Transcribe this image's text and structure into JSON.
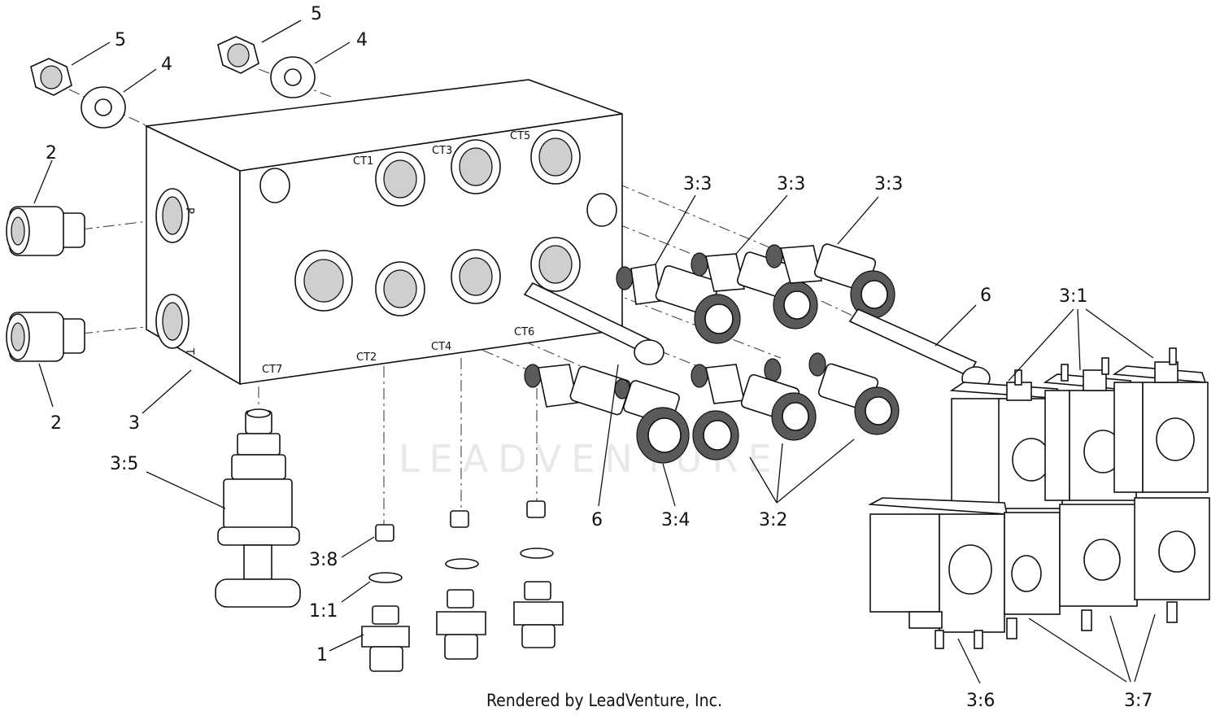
{
  "callouts": {
    "nut_left": "5",
    "washer_left": "4",
    "nut_right": "5",
    "washer_right": "4",
    "fitting_top": "2",
    "fitting_bottom": "2",
    "manifold": "3",
    "valve_35": "3:5",
    "cart_33_a": "3:3",
    "cart_33_b": "3:3",
    "cart_33_c": "3:3",
    "rod_6_right": "6",
    "rod_6_bottom": "6",
    "cart_34": "3:4",
    "cart_32": "3:2",
    "coil_31": "3:1",
    "plug_38": "3:8",
    "oring_11": "1:1",
    "fitting_1": "1",
    "coil_36": "3:6",
    "coil_37": "3:7"
  },
  "ports": {
    "p": "P",
    "t": "T",
    "ct1": "CT1",
    "ct2": "CT2",
    "ct3": "CT3",
    "ct4": "CT4",
    "ct5": "CT5",
    "ct6": "CT6",
    "ct7": "CT7"
  },
  "credit": "Rendered by LeadVenture, Inc.",
  "watermark": "LEADVENTURE"
}
